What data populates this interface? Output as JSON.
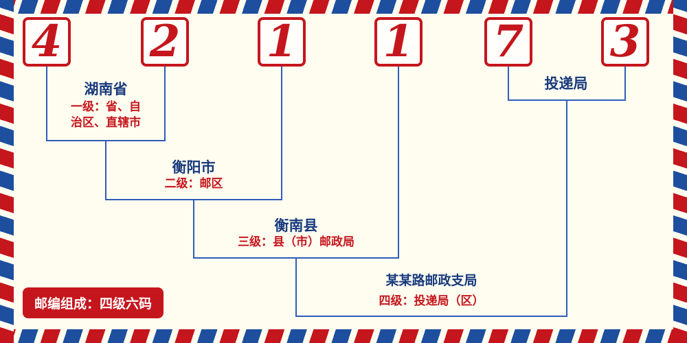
{
  "postal_code": {
    "code": "421173",
    "digits": [
      "4",
      "2",
      "1",
      "1",
      "7",
      "3"
    ]
  },
  "levels": [
    {
      "name": "湖南省",
      "desc": "一级：省、自治区、直辖市",
      "desc_line1": "一级：省、自",
      "desc_line2": "治区、直辖市"
    },
    {
      "name": "衡阳市",
      "desc": "二级：邮区"
    },
    {
      "name": "衡南县",
      "desc": "三级：县（市）邮政局"
    },
    {
      "name": "某某路邮政支局",
      "desc": "四级：投递局（区）"
    },
    {
      "name": "投递局",
      "desc": ""
    }
  ],
  "footer": {
    "composition_note": "邮编组成：四级六码"
  },
  "colors": {
    "red": "#c5161d",
    "blue": "#2e5cb8",
    "navy": "#17397d",
    "background": "#fffdf0"
  }
}
